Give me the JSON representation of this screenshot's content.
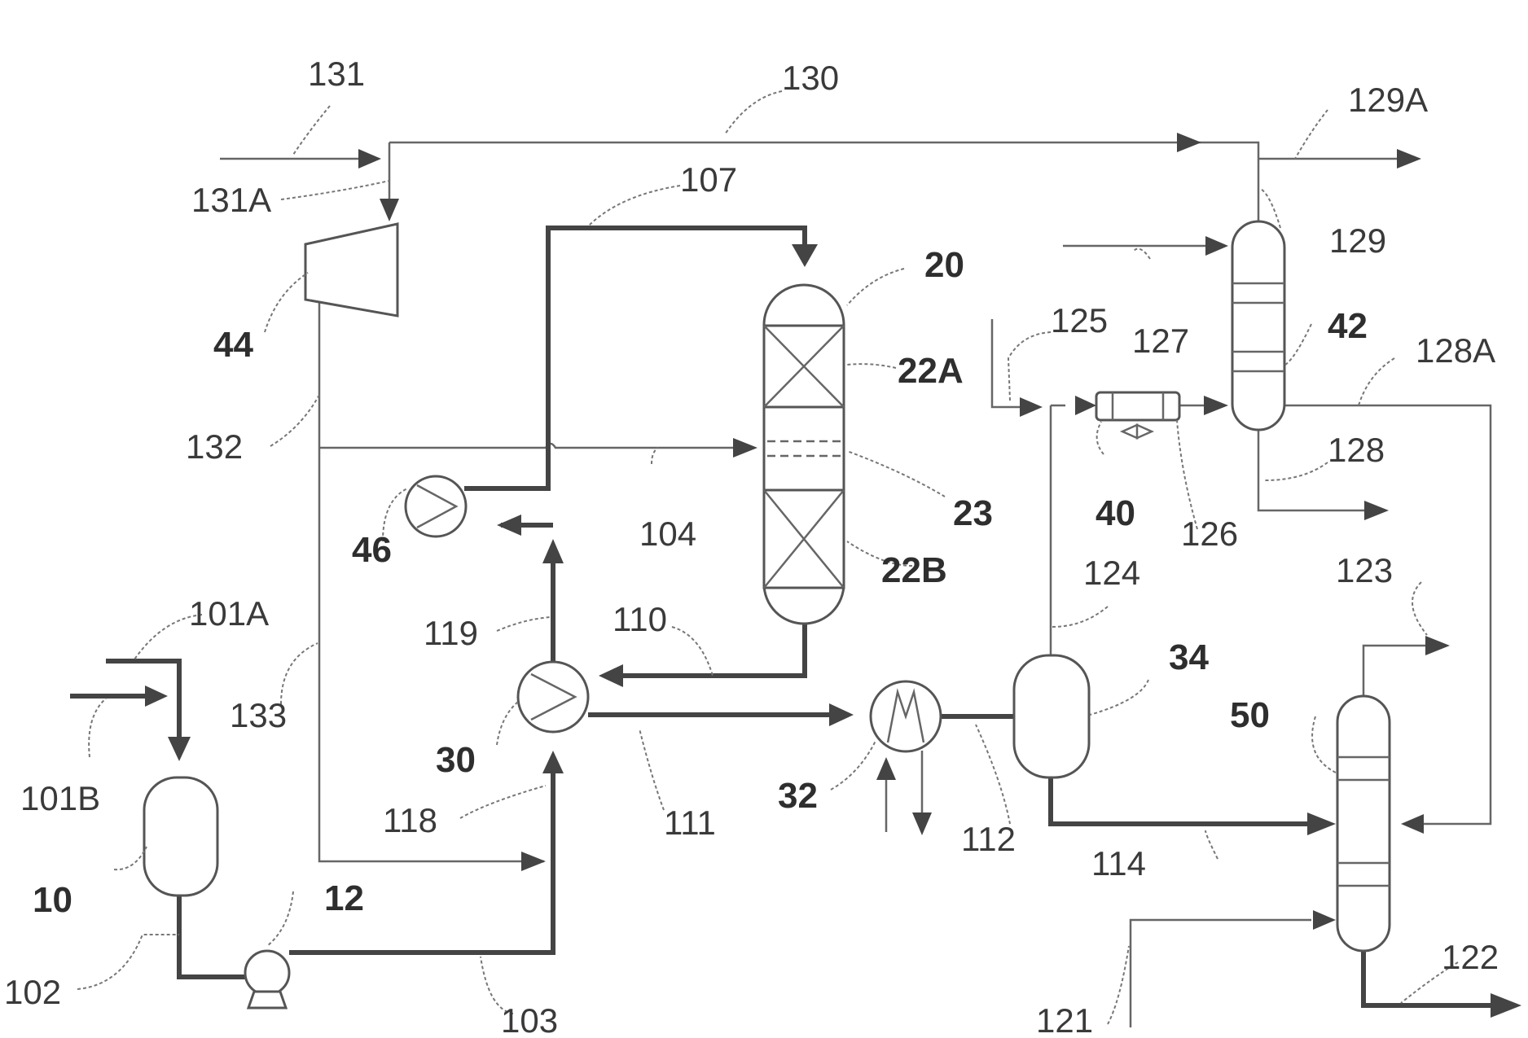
{
  "equipment": {
    "feed_drum": "10",
    "pump": "12",
    "reactor": "20",
    "bed_upper": "22A",
    "bed_lower": "22B",
    "quench_zone": "23",
    "exchanger_30": "30",
    "cooler_32": "32",
    "separator": "34",
    "air_cooler": "40",
    "absorber": "42",
    "compressor": "44",
    "heater": "46",
    "stripper": "50"
  },
  "streams": {
    "s101A": "101A",
    "s101B": "101B",
    "s102": "102",
    "s103": "103",
    "s104": "104",
    "s107": "107",
    "s110": "110",
    "s111": "111",
    "s112": "112",
    "s114": "114",
    "s118": "118",
    "s119": "119",
    "s121": "121",
    "s122": "122",
    "s123": "123",
    "s124": "124",
    "s125": "125",
    "s126": "126",
    "s127": "127",
    "s128": "128",
    "s128A": "128A",
    "s129": "129",
    "s129A": "129A",
    "s130": "130",
    "s131": "131",
    "s131A": "131A",
    "s132": "132",
    "s133": "133"
  }
}
